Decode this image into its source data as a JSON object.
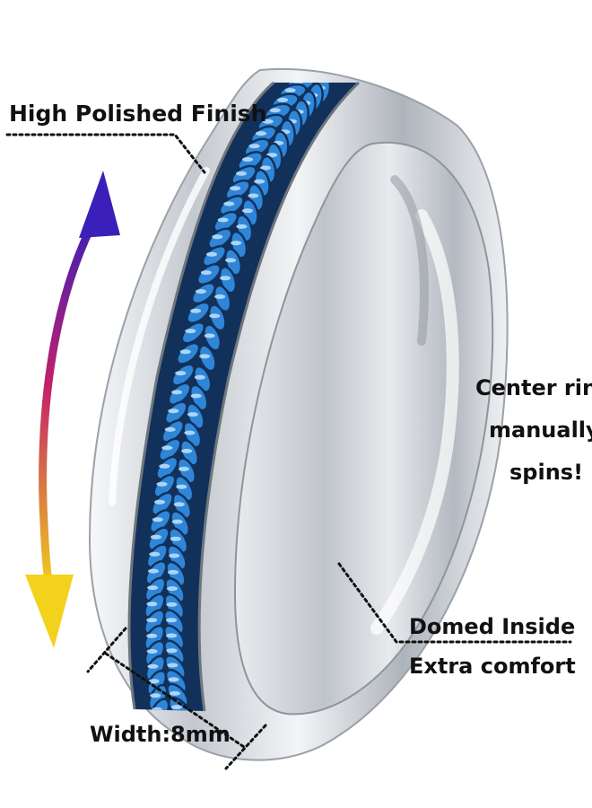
{
  "labels": {
    "finish": "High Polished Finish",
    "spin_1": "Center ring",
    "spin_2": "manually",
    "spin_3": "spins!",
    "domed_1": "Domed Inside",
    "domed_2": "Extra comfort",
    "width": "Width:8mm"
  },
  "colors": {
    "chain": "#2f86d8",
    "chain_dark": "#12315a",
    "steel": "#dfe3e8",
    "arrow_top": "#3a1fb8",
    "arrow_mid": "#c3206a",
    "arrow_bottom": "#f2d21c"
  }
}
